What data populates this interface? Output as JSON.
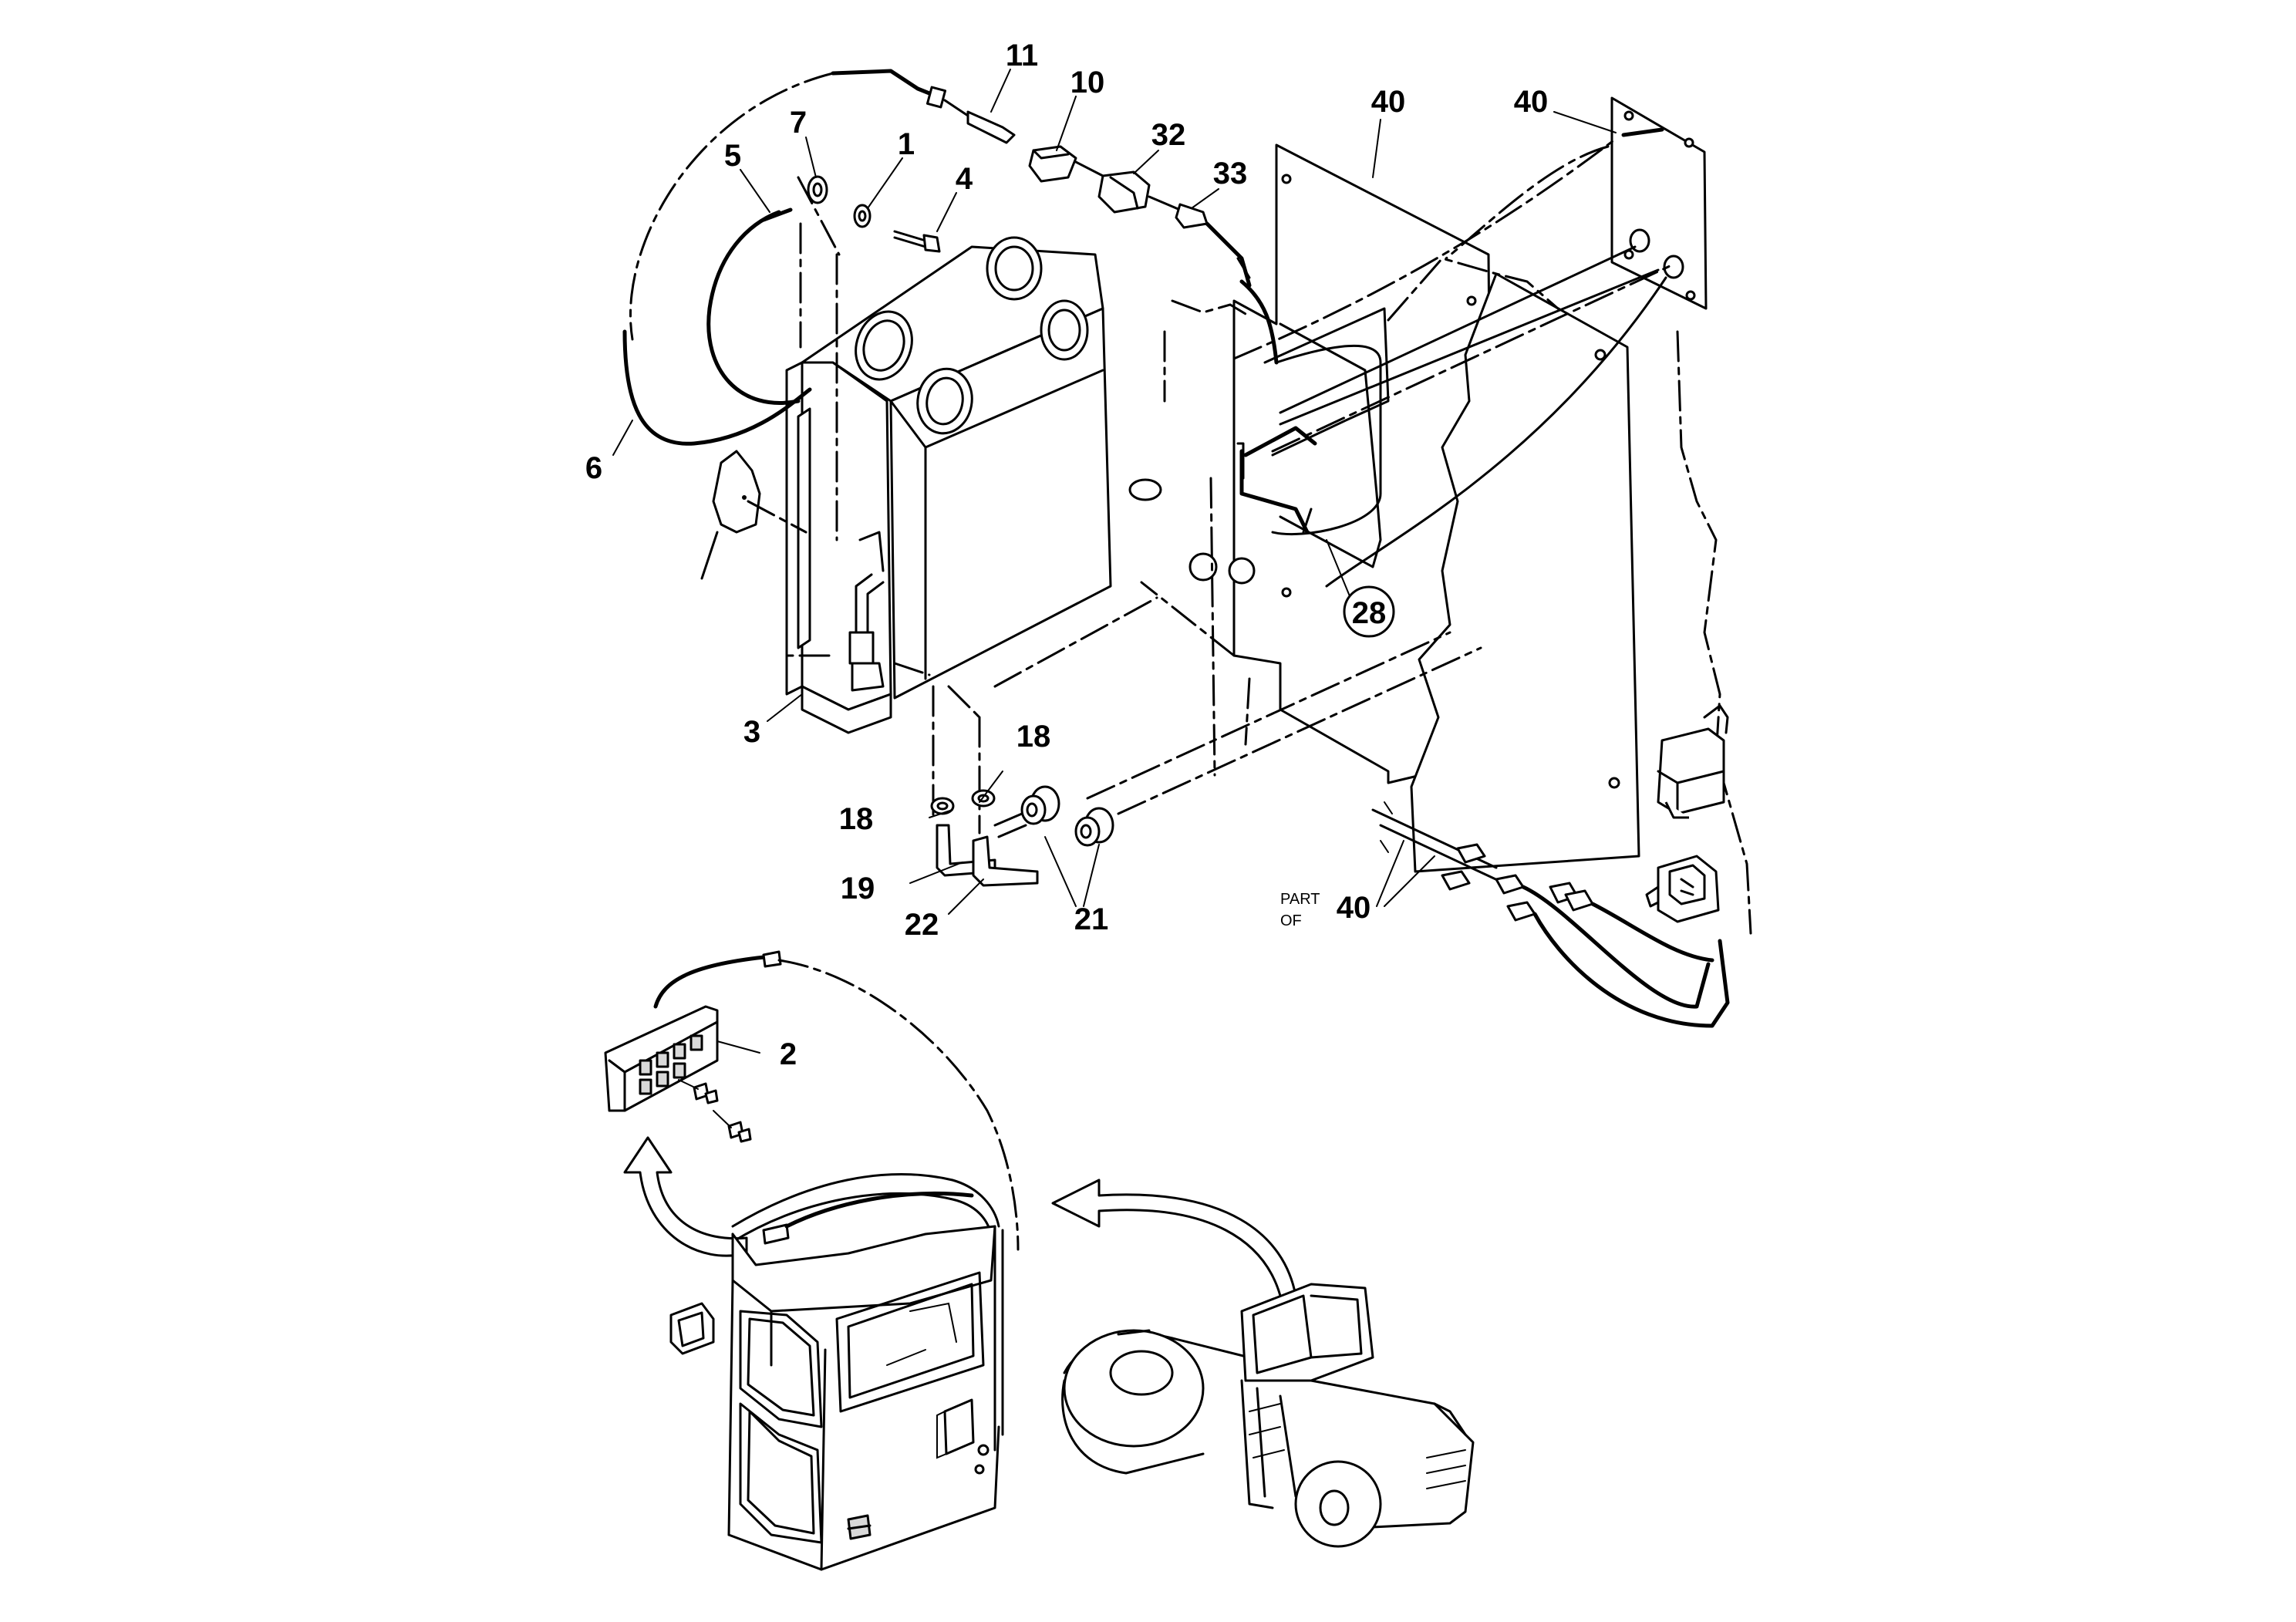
{
  "callouts": {
    "c1": "1",
    "c2": "2",
    "c3": "3",
    "c4": "4",
    "c5": "5",
    "c6": "6",
    "c7": "7",
    "c10": "10",
    "c11": "11",
    "c18a": "18",
    "c18b": "18",
    "c19": "19",
    "c21": "21",
    "c22": "22",
    "c28": "28",
    "c32": "32",
    "c33": "33",
    "c40a": "40",
    "c40b": "40",
    "c40c": "40"
  },
  "note": {
    "line1": "PART",
    "line2": "OF"
  }
}
